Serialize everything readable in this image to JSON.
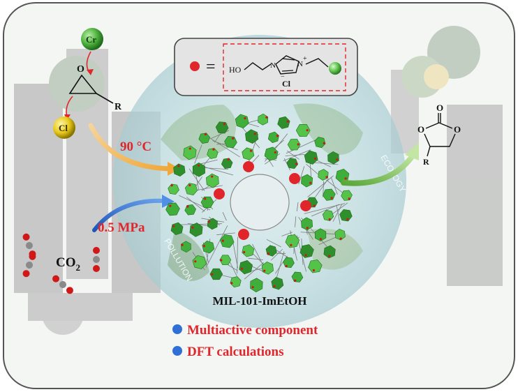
{
  "labels": {
    "temperature": "90 °C",
    "pressure": "0.5 MPa",
    "co2": "CO",
    "co2_subscript": "2",
    "framework": "MIL-101-ImEtOH",
    "equals": "="
  },
  "reagents": {
    "cr_atom": "Cr",
    "cl_atom": "Cl",
    "r_group": "R",
    "epoxide_oxygen": "O"
  },
  "legend_structure": {
    "ho": "HO",
    "n1": "N",
    "n2": "N",
    "n2_charge": "+",
    "chloride": "Cl",
    "chloride_charge": "−"
  },
  "product": {
    "carbonyl_o": "O",
    "ring_o1": "O",
    "ring_o2": "O",
    "r_group": "R"
  },
  "highlights": [
    {
      "text": "Multiactive component"
    },
    {
      "text": "DFT calculations"
    }
  ],
  "background_words": {
    "ecology": "ECOLOGY",
    "pollution": "POLLUTION"
  },
  "colors": {
    "accent_red": "#e0262b",
    "framework_green": "#3fae3a",
    "bullet_blue": "#2f6fd6",
    "arrow_orange": "#f0a83a",
    "arrow_blue": "#2e6fd0",
    "arrow_green": "#7cc04a",
    "cr_sphere": "#4caf3c",
    "cl_sphere": "#e6c81a"
  }
}
